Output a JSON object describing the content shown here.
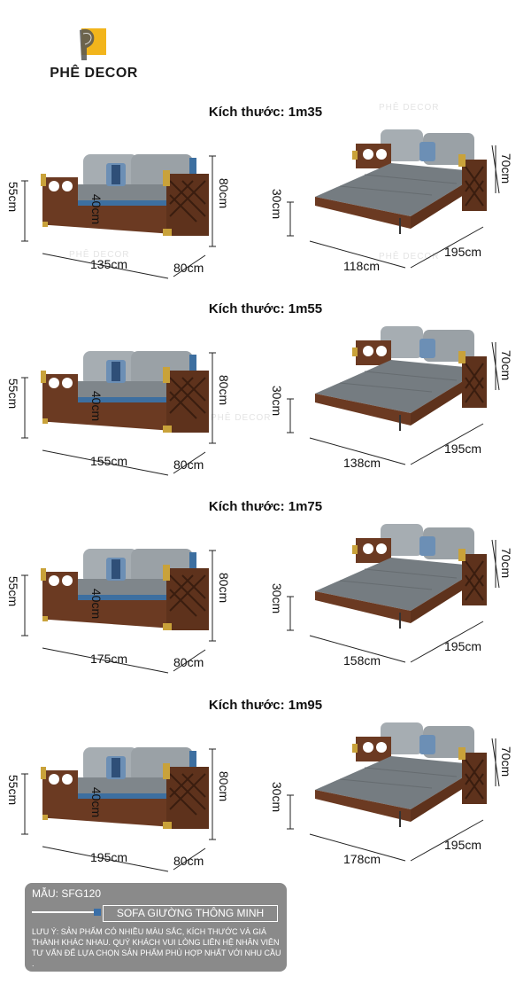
{
  "brand": {
    "name": "PHÊ DECOR",
    "watermark": "PHÊ DECOR"
  },
  "sections": [
    {
      "title": "Kích thước: 1m35",
      "sofa": {
        "height": "80cm",
        "seat": "55cm",
        "arm": "40cm",
        "width": "135cm",
        "depth": "80cm"
      },
      "bed": {
        "back": "70cm",
        "side": "30cm",
        "width": "118cm",
        "length": "195cm"
      }
    },
    {
      "title": "Kích thước: 1m55",
      "sofa": {
        "height": "80cm",
        "seat": "55cm",
        "arm": "40cm",
        "width": "155cm",
        "depth": "80cm"
      },
      "bed": {
        "back": "70cm",
        "side": "30cm",
        "width": "138cm",
        "length": "195cm"
      }
    },
    {
      "title": "Kích thước: 1m75",
      "sofa": {
        "height": "80cm",
        "seat": "55cm",
        "arm": "40cm",
        "width": "175cm",
        "depth": "80cm"
      },
      "bed": {
        "back": "70cm",
        "side": "30cm",
        "width": "158cm",
        "length": "195cm"
      }
    },
    {
      "title": "Kích thước: 1m95",
      "sofa": {
        "height": "80cm",
        "seat": "55cm",
        "arm": "40cm",
        "width": "195cm",
        "depth": "80cm"
      },
      "bed": {
        "back": "70cm",
        "side": "30cm",
        "width": "178cm",
        "length": "195cm"
      }
    }
  ],
  "info": {
    "model": "MẪU: SFG120",
    "product": "SOFA GIƯỜNG THÔNG MINH",
    "note": "LƯU Ý: SẢN PHẨM CÓ NHIỀU MÀU SẮC, KÍCH THƯỚC VÀ GIÁ THÀNH KHÁC NHAU. QUÝ KHÁCH VUI LÒNG LIÊN HỆ NHÂN VIÊN TƯ VẤN ĐỂ LỰA CHỌN SẢN PHẨM PHÙ HỢP NHẤT VỚI NHU CẦU ."
  },
  "colors": {
    "wood": "#6b3a22",
    "cushion": "#8d9498",
    "gold": "#c9a23a",
    "accent": "#3a6fa8",
    "panel": "#8a8a8a"
  }
}
